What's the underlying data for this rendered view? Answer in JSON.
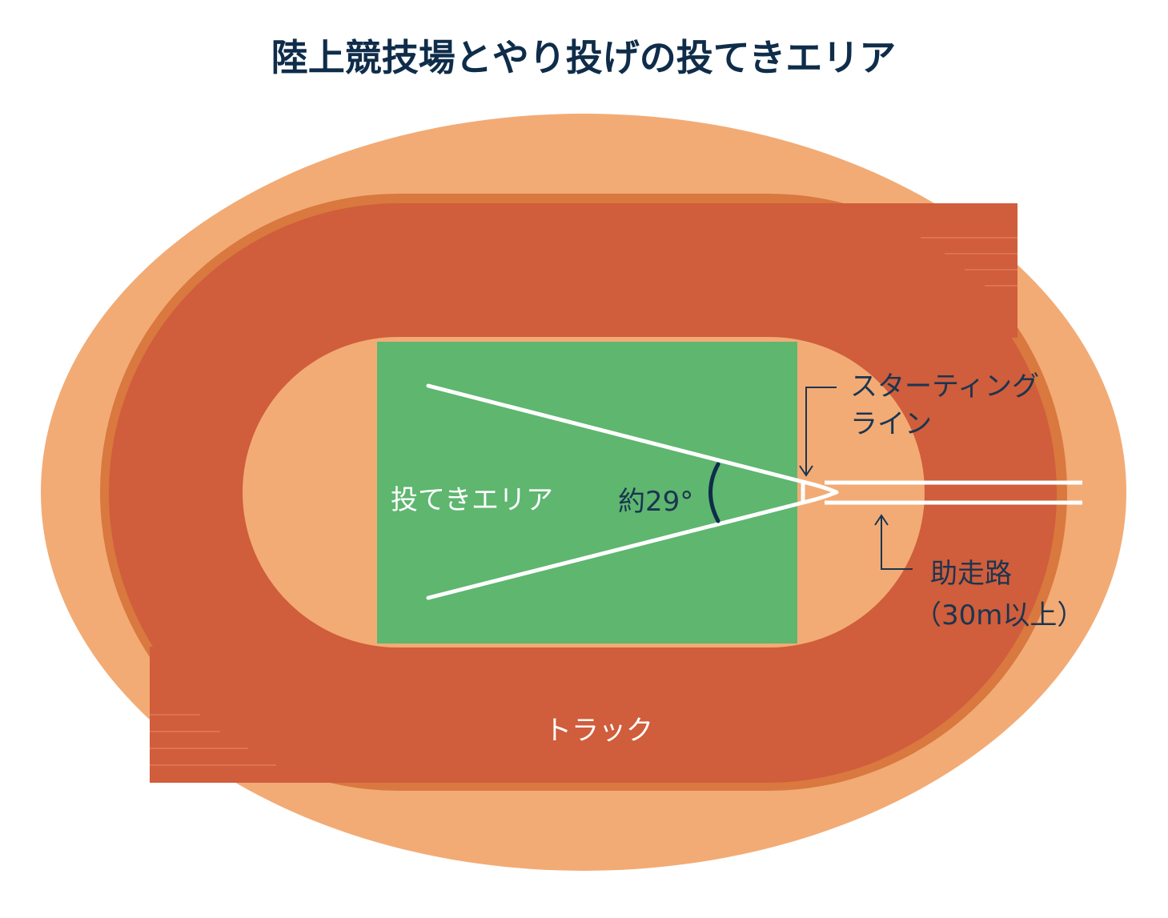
{
  "title": "陸上競技場とやり投げの投てきエリア",
  "labels": {
    "throwing_area": "投てきエリア",
    "angle": "約29°",
    "starting_line_1": "スターティング",
    "starting_line_2": "ライン",
    "runway_1": "助走路",
    "runway_2": "（30m以上）",
    "track": "トラック"
  },
  "colors": {
    "outer_ground": "#f2ab75",
    "track": "#d05d3b",
    "track_edge": "#d9783f",
    "infield": "#f2ab75",
    "throwing_area": "#5eb66f",
    "line": "#ffffff",
    "text_dark": "#1a3550",
    "title": "#0f2d4a"
  }
}
